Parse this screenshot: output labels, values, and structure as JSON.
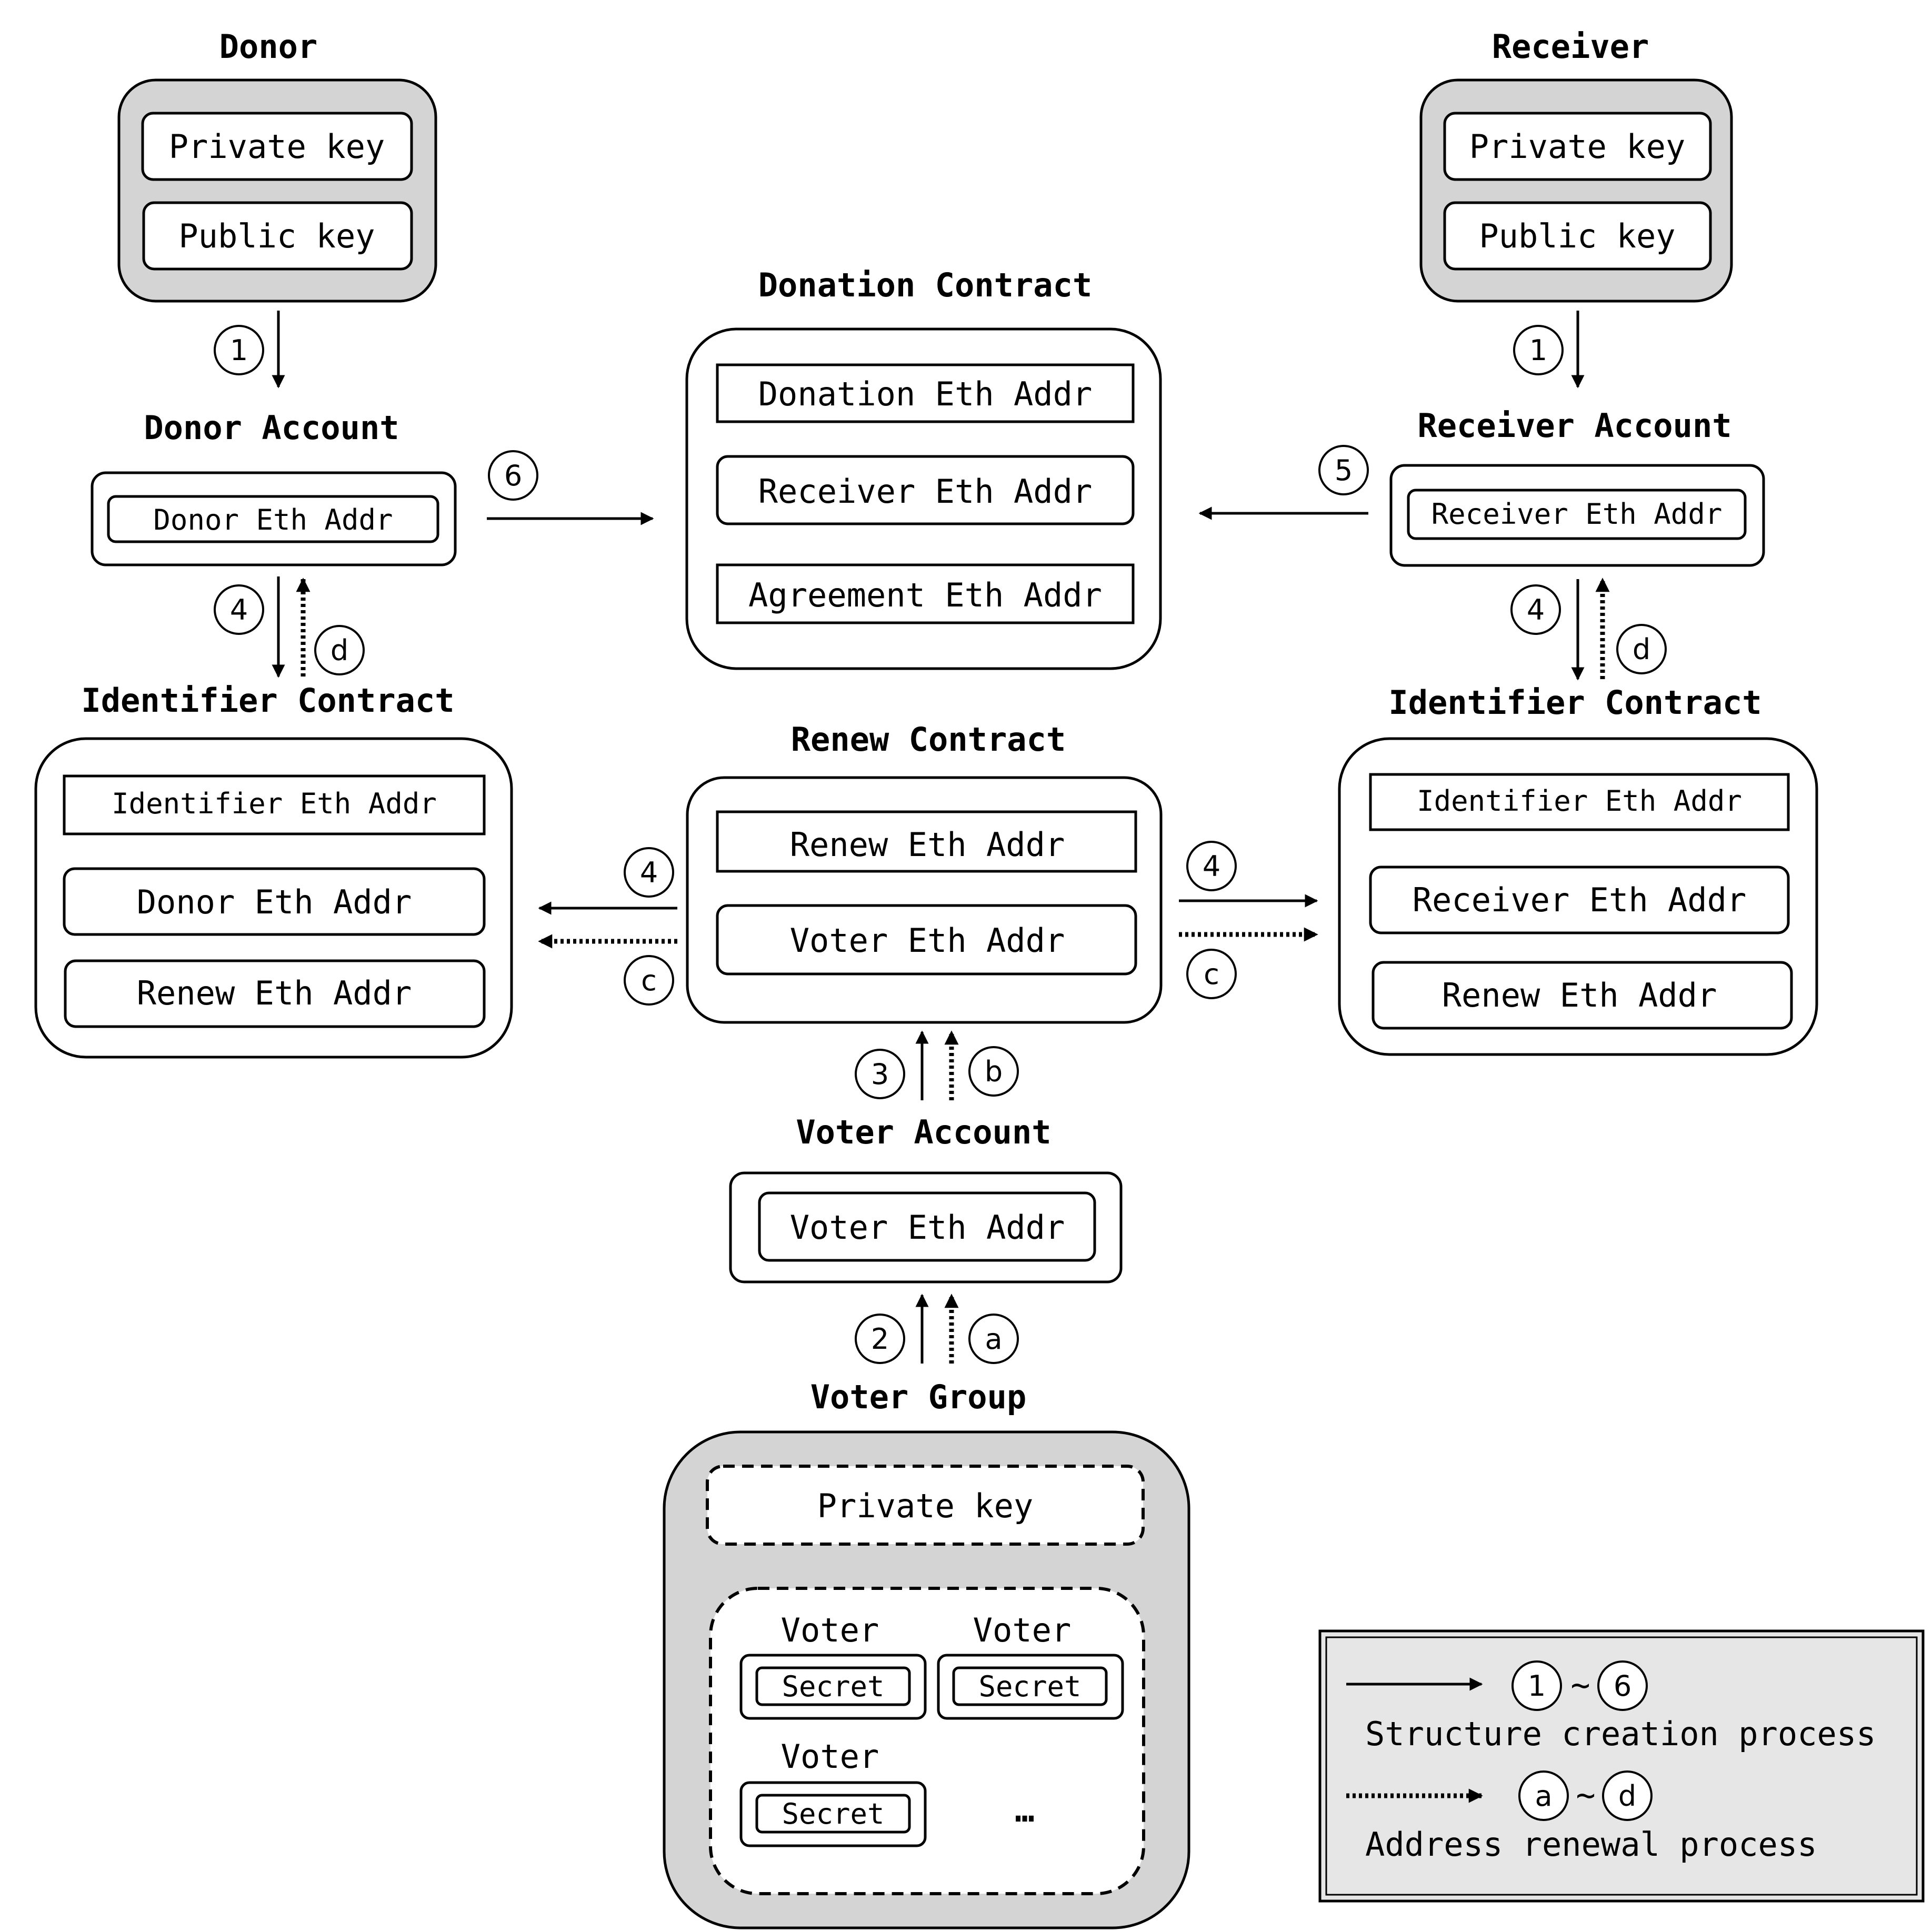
{
  "donor": {
    "title": "Donor",
    "private_key": "Private key",
    "public_key": "Public key"
  },
  "receiver": {
    "title": "Receiver",
    "private_key": "Private key",
    "public_key": "Public key"
  },
  "donor_account": {
    "title": "Donor Account",
    "addr": "Donor Eth Addr"
  },
  "receiver_account": {
    "title": "Receiver Account",
    "addr": "Receiver Eth Addr"
  },
  "donation_contract": {
    "title": "Donation Contract",
    "fields": [
      "Donation Eth Addr",
      "Receiver Eth Addr",
      "Agreement Eth Addr"
    ]
  },
  "identifier_left": {
    "title": "Identifier Contract",
    "fields": [
      "Identifier Eth Addr",
      "Donor Eth Addr",
      "Renew Eth Addr"
    ]
  },
  "identifier_right": {
    "title": "Identifier Contract",
    "fields": [
      "Identifier Eth Addr",
      "Receiver Eth Addr",
      "Renew Eth Addr"
    ]
  },
  "renew_contract": {
    "title": "Renew Contract",
    "fields": [
      "Renew Eth Addr",
      "Voter Eth Addr"
    ]
  },
  "voter_account": {
    "title": "Voter Account",
    "addr": "Voter Eth Addr"
  },
  "voter_group": {
    "title": "Voter Group",
    "private_key": "Private key",
    "voters": [
      {
        "label": "Voter",
        "secret": "Secret"
      },
      {
        "label": "Voter",
        "secret": "Secret"
      },
      {
        "label": "Voter",
        "secret": "Secret"
      }
    ],
    "ellipsis": "…"
  },
  "steps": {
    "s1": "1",
    "s2": "2",
    "s3": "3",
    "s4": "4",
    "s5": "5",
    "s6": "6",
    "a": "a",
    "b": "b",
    "c": "c",
    "d": "d"
  },
  "legend": {
    "solid_start": "1",
    "solid_end": "6",
    "dotted_start": "a",
    "dotted_end": "d",
    "tilde": "~",
    "solid_label": "Structure creation process",
    "dotted_label": "Address renewal process"
  }
}
